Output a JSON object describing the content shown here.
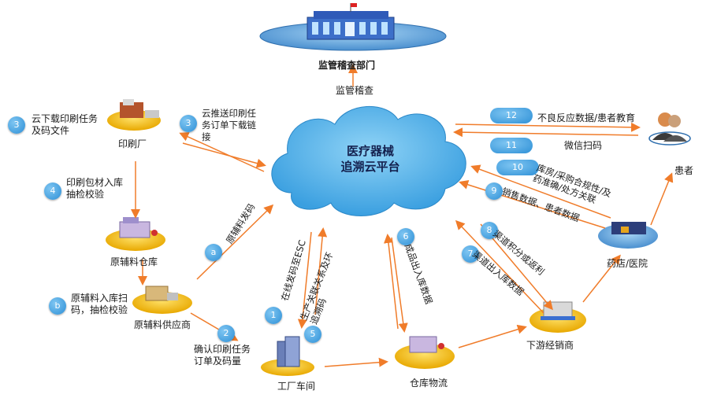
{
  "cloud": {
    "line1": "医疗器械",
    "line2": "追溯云平台"
  },
  "nodes": {
    "regulator": "监管稽查部门",
    "printer": "印刷厂",
    "raw_warehouse": "原辅料仓库",
    "raw_supplier": "原辅料供应商",
    "factory": "工厂车间",
    "logistics": "仓库物流",
    "distributor": "下游经销商",
    "pharmacy": "药店/医院",
    "patient": "患者"
  },
  "labels": {
    "regulate": "监管稽查",
    "step3_left": "云下载印刷任务及码文件",
    "step4": "印刷包材入库抽检校验",
    "stepb": "原辅料入库扫码，抽检校验",
    "step2": "确认印刷任务订单及码量",
    "step3_push": "云推送印刷任务订单下载链接",
    "stepa": "原辅料发码",
    "step1": "在线发码至ESC",
    "step5": "生产关联关系及环追溯码",
    "step6": "成品出入库数据",
    "step7": "渠道出入库数据",
    "step8": "渠道积分或返利",
    "step9": "销售数据、患者数据",
    "step10": "库房/采购合规性/及药准确/处方关联",
    "step11": "微信扫码",
    "step12": "不良反应数据/患者教育"
  },
  "badges": {
    "n1": "1",
    "n2": "2",
    "n3a": "3",
    "n3b": "3",
    "n4": "4",
    "n5": "5",
    "n6": "6",
    "n7": "7",
    "n8": "8",
    "n9": "9",
    "n10": "10",
    "n11": "11",
    "n12": "12",
    "na": "a",
    "nb": "b"
  },
  "colors": {
    "arrow": "#f07c2a",
    "cloud": "#45aee8",
    "badge": "#2d8fd6",
    "platform": "#f6c200"
  }
}
